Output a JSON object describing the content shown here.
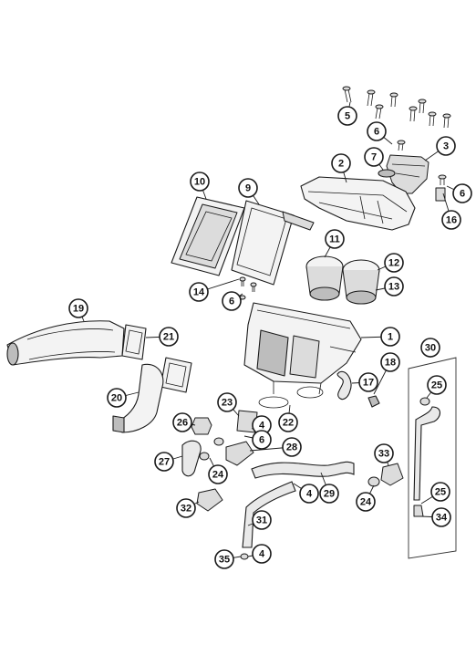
{
  "callouts": [
    {
      "label": "1"
    },
    {
      "label": "2"
    },
    {
      "label": "3"
    },
    {
      "label": "4"
    },
    {
      "label": "4"
    },
    {
      "label": "4"
    },
    {
      "label": "5"
    },
    {
      "label": "6"
    },
    {
      "label": "6"
    },
    {
      "label": "6"
    },
    {
      "label": "6"
    },
    {
      "label": "7"
    },
    {
      "label": "9"
    },
    {
      "label": "10"
    },
    {
      "label": "11"
    },
    {
      "label": "12"
    },
    {
      "label": "13"
    },
    {
      "label": "14"
    },
    {
      "label": "16"
    },
    {
      "label": "17"
    },
    {
      "label": "18"
    },
    {
      "label": "19"
    },
    {
      "label": "20"
    },
    {
      "label": "21"
    },
    {
      "label": "22"
    },
    {
      "label": "23"
    },
    {
      "label": "24"
    },
    {
      "label": "24"
    },
    {
      "label": "25"
    },
    {
      "label": "25"
    },
    {
      "label": "26"
    },
    {
      "label": "27"
    },
    {
      "label": "28"
    },
    {
      "label": "29"
    },
    {
      "label": "30"
    },
    {
      "label": "31"
    },
    {
      "label": "32"
    },
    {
      "label": "33"
    },
    {
      "label": "34"
    },
    {
      "label": "35"
    }
  ]
}
